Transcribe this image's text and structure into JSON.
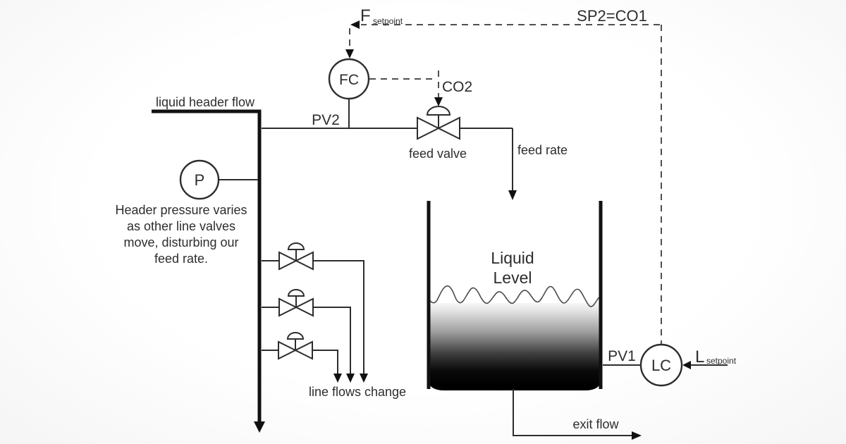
{
  "signals": {
    "f_setpoint": {
      "main": "F",
      "sub": "setpoint"
    },
    "cascade_label": "SP2=CO1",
    "co2": "CO2",
    "pv2": "PV2",
    "pv1": "PV1",
    "l_setpoint": {
      "main": "L",
      "sub": "setpoint"
    }
  },
  "controllers": {
    "fc": "FC",
    "p": "P",
    "lc": "LC"
  },
  "streams": {
    "header_label": "liquid header flow",
    "feed_valve_label": "feed valve",
    "feed_rate_label": "feed rate",
    "exit_flow_label": "exit flow",
    "line_flows_label": "line flows change"
  },
  "tank": {
    "line1": "Liquid",
    "line2": "Level"
  },
  "note": {
    "line1": "Header pressure varies",
    "line2": "as other line valves",
    "line3": "move, disturbing our",
    "line4": "feed rate."
  },
  "colors": {
    "line": "#2d2d2d",
    "dashed_line": "#4f4f4f",
    "liquid_fill_top": "#ffffff",
    "liquid_fill_bottom": "#000000",
    "background": "#fbfbfb"
  }
}
